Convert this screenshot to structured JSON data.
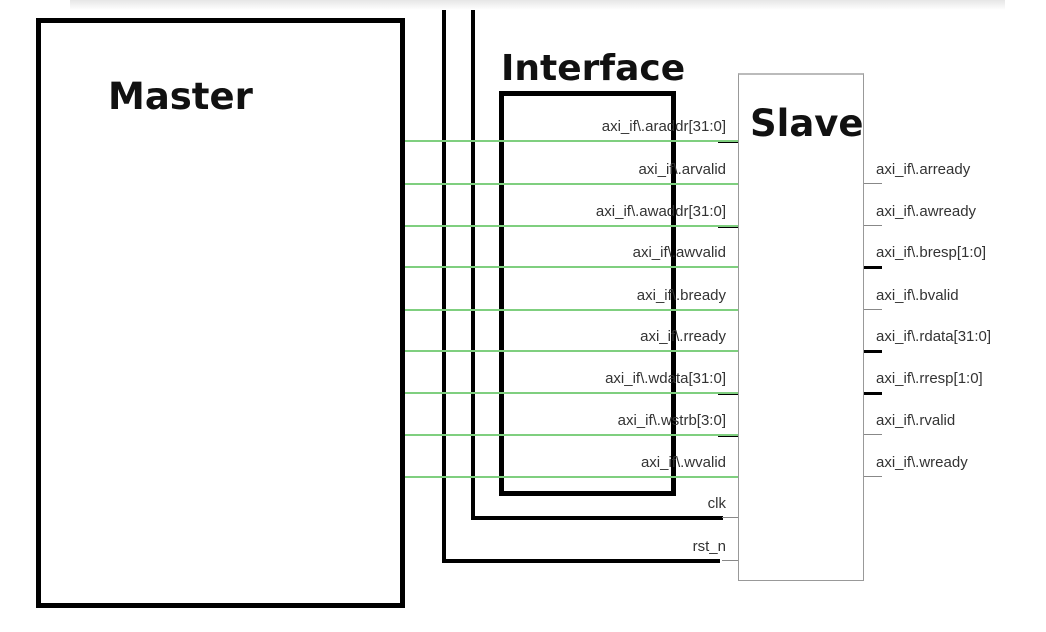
{
  "master": {
    "label": "Master"
  },
  "interface": {
    "label": "Interface"
  },
  "slave": {
    "label": "Slave",
    "left_ports": [
      "axi_if\\.araddr[31:0]",
      "axi_if\\.arvalid",
      "axi_if\\.awaddr[31:0]",
      "axi_if\\.awvalid",
      "axi_if\\.bready",
      "axi_if\\.rready",
      "axi_if\\.wdata[31:0]",
      "axi_if\\.wstrb[3:0]",
      "axi_if\\.wvalid",
      "clk",
      "rst_n"
    ],
    "right_ports": [
      "axi_if\\.arready",
      "axi_if\\.awready",
      "axi_if\\.bresp[1:0]",
      "axi_if\\.bvalid",
      "axi_if\\.rdata[31:0]",
      "axi_if\\.rresp[1:0]",
      "axi_if\\.rvalid",
      "axi_if\\.wready"
    ]
  },
  "colors": {
    "outline": "#000000",
    "signal_wire": "#7fcf7f",
    "port_text": "#333333",
    "slave_border": "#999999"
  }
}
